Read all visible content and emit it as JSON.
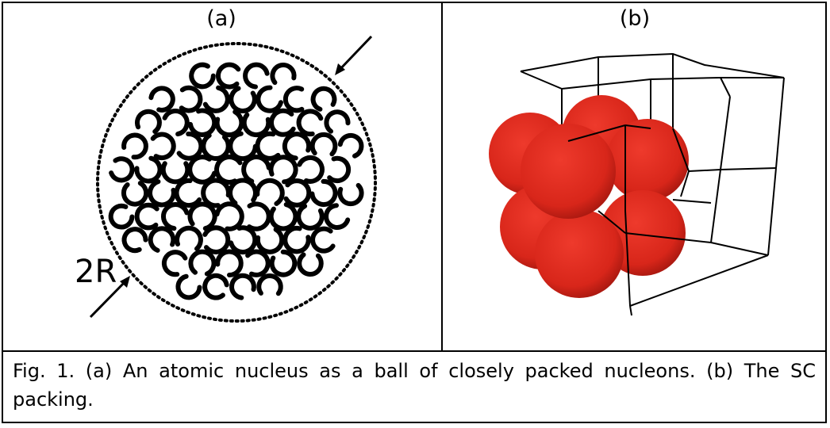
{
  "panel_a": {
    "label": "(a)",
    "dimension_label": "2R"
  },
  "panel_b": {
    "label": "(b)"
  },
  "caption": {
    "text": "Fig. 1. (a) An atomic nucleus as a ball of closely packed nucleons. (b) The SC packing."
  },
  "colors": {
    "sphere": "#e02a1d",
    "sphere_dark": "#a81810",
    "line": "#000000"
  }
}
